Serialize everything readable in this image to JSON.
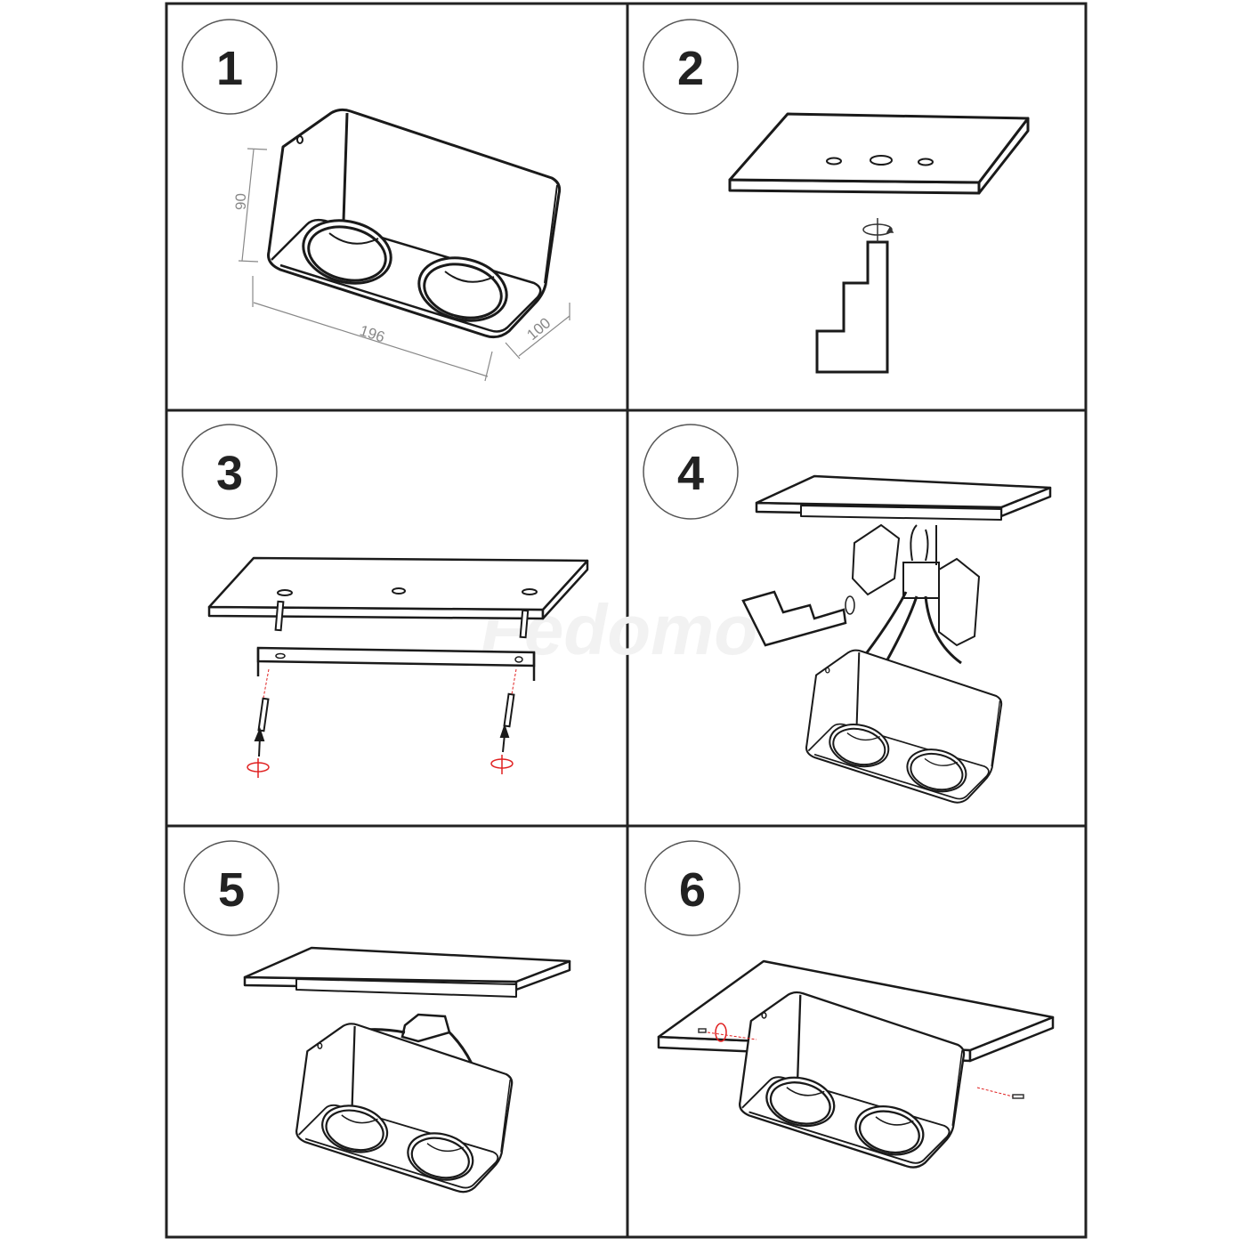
{
  "steps": [
    {
      "number": "1"
    },
    {
      "number": "2"
    },
    {
      "number": "3"
    },
    {
      "number": "4"
    },
    {
      "number": "5"
    },
    {
      "number": "6"
    }
  ],
  "dimensions": {
    "height": "90",
    "length": "196",
    "depth": "100"
  },
  "watermark": "Fedomo",
  "colors": {
    "line": "#1a1a1a",
    "dimension": "#888888",
    "arrow": "#e02020",
    "circle": "#555555"
  }
}
